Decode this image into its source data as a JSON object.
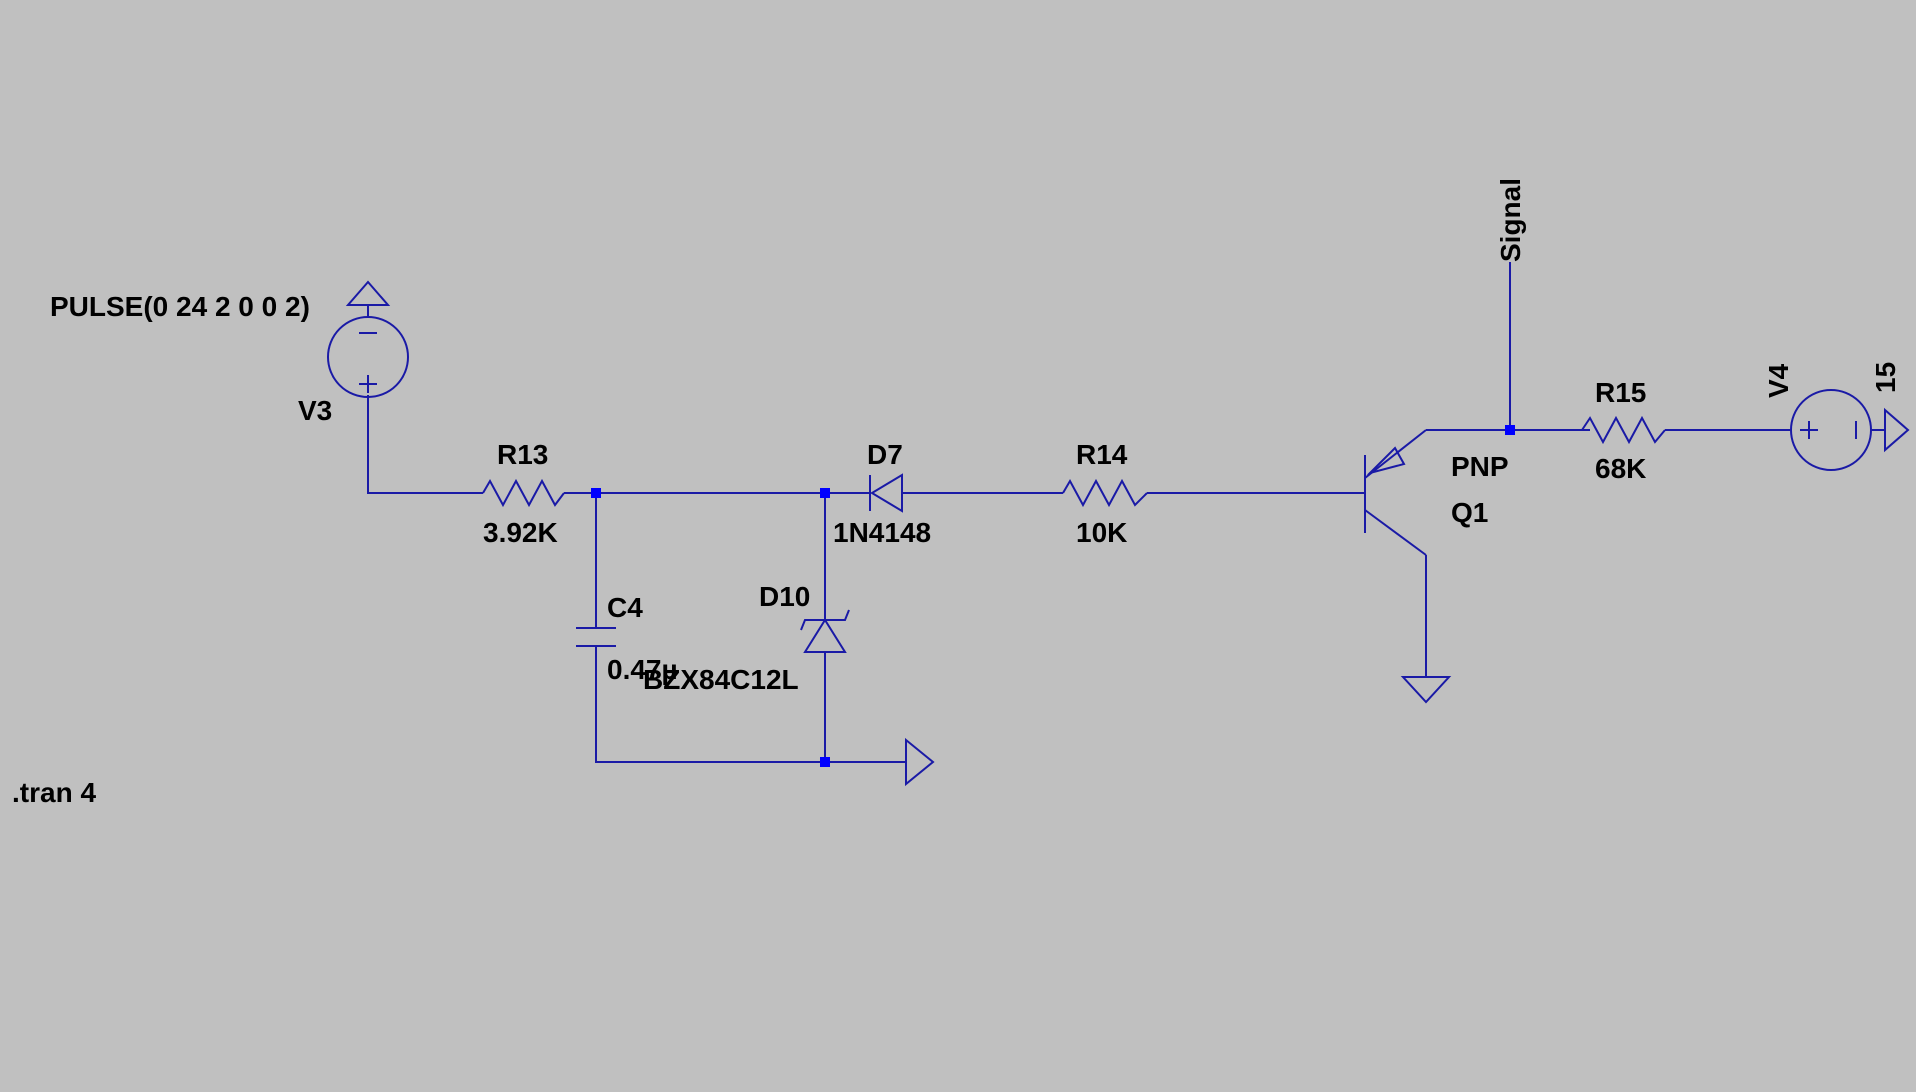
{
  "colors": {
    "background": "#c0c0c0",
    "wire": "#1a1aa6",
    "node": "#0000ff",
    "text": "#000000"
  },
  "components": {
    "v3": {
      "name": "V3",
      "value": "PULSE(0 24 2 0 0 2)"
    },
    "r13": {
      "name": "R13",
      "value": "3.92K"
    },
    "c4": {
      "name": "C4",
      "value": "0.47µ"
    },
    "d10": {
      "name": "D10",
      "value": "BZX84C12L"
    },
    "d7": {
      "name": "D7",
      "value": "1N4148"
    },
    "r14": {
      "name": "R14",
      "value": "10K"
    },
    "q1": {
      "name": "Q1",
      "value": "PNP"
    },
    "r15": {
      "name": "R15",
      "value": "68K"
    },
    "v4": {
      "name": "V4",
      "value": "15"
    }
  },
  "net_labels": {
    "signal": "Signal"
  },
  "directive": ".tran 4"
}
